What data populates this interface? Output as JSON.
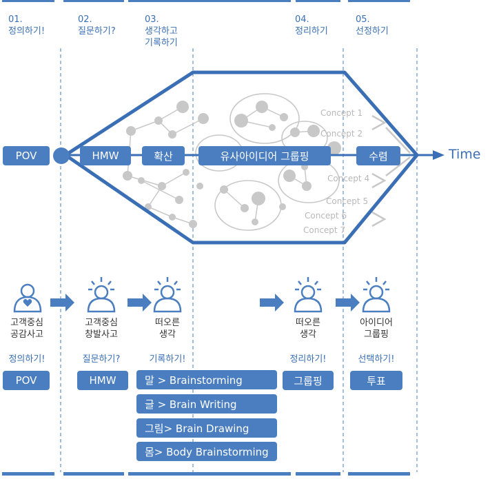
{
  "stages": [
    {
      "num": "01.",
      "title": "정의하기!"
    },
    {
      "num": "02.",
      "title": "질문하기?"
    },
    {
      "num": "03.",
      "title": "생각하고\n기록하기"
    },
    {
      "num": "04.",
      "title": "정리하기"
    },
    {
      "num": "05.",
      "title": "선정하기"
    }
  ],
  "flow": {
    "pov": "POV",
    "hmw": "HMW",
    "diverge": "확산",
    "grouping": "유사아이디어 그룹핑",
    "converge": "수렴",
    "time": "Time"
  },
  "concepts": [
    "Concept 1",
    "Concept 2",
    "Concept 4",
    "Concept 5",
    "Concept 6",
    "Concept 7"
  ],
  "steps": [
    {
      "icon_label": "고객중심\n공감사고",
      "action": "정의하기!",
      "tag": "POV"
    },
    {
      "icon_label": "고객중심\n창발사고",
      "action": "질문하기?",
      "tag": "HMW"
    },
    {
      "icon_label": "떠오른\n생각",
      "action": "기록하기!",
      "methods": [
        "말 > Brainstorming",
        "글 > Brain Writing",
        "그림> Brain Drawing",
        "몸> Body Brainstorming"
      ]
    },
    {
      "icon_label": "떠오른\n생각",
      "action": "정리하기!",
      "tag": "그룹핑"
    },
    {
      "icon_label": "아이디어\n그룹핑",
      "action": "선택하기!",
      "tag": "투표"
    }
  ],
  "colors": {
    "accent": "#3a6fb5",
    "pill": "#4a7ec0",
    "bubble": "#c8c8c8"
  }
}
